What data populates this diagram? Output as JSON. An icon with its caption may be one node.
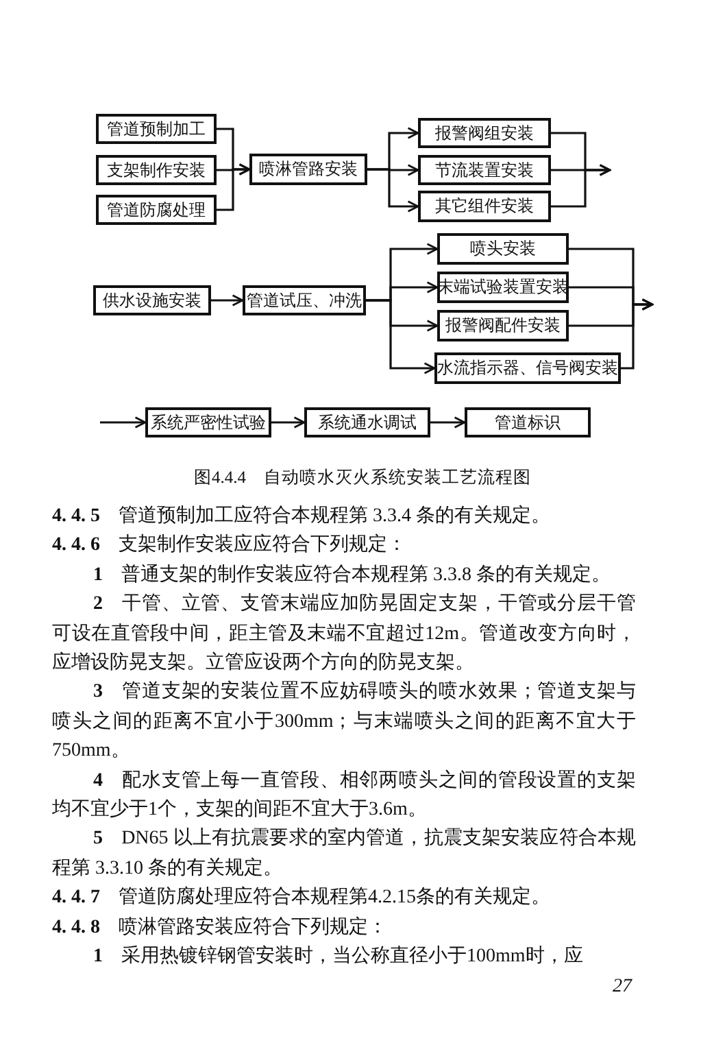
{
  "diagram": {
    "caption": "图4.4.4 自动喷水灭火系统安装工艺流程图",
    "nodes": [
      {
        "text": [
          "管道预制加工"
        ]
      },
      {
        "text": [
          "支架制作安装"
        ]
      },
      {
        "text": [
          "管道防腐处理"
        ]
      },
      {
        "text": [
          "喷淋管路安装"
        ]
      },
      {
        "text": [
          "报警阀组安装"
        ]
      },
      {
        "text": [
          "节流装置安装"
        ]
      },
      {
        "text": [
          "其它组件安装"
        ]
      },
      {
        "text": [
          "喷头安装"
        ]
      },
      {
        "text": [
          "末端试验装置安装"
        ]
      },
      {
        "text": [
          "报警阀配件安装"
        ]
      },
      {
        "text": [
          "水流指示器、信号阀安装"
        ]
      },
      {
        "text": [
          "供水设施安装"
        ]
      },
      {
        "text": [
          "管道试压、冲洗"
        ]
      },
      {
        "text": [
          "系统严密性试验"
        ]
      },
      {
        "text": [
          "系统通水调试"
        ]
      },
      {
        "text": [
          "管道标识"
        ]
      }
    ],
    "edges": [
      {
        "from": 0,
        "to": 3,
        "arrow": "to"
      },
      {
        "from": 1,
        "to": 3,
        "arrow": "to"
      },
      {
        "from": 2,
        "to": 3,
        "arrow": "to"
      },
      {
        "from": 3,
        "to": 4,
        "arrow": "to"
      },
      {
        "from": 3,
        "to": 5,
        "arrow": "to"
      },
      {
        "from": 3,
        "to": 6,
        "arrow": "to"
      },
      {
        "from": 4,
        "to": null,
        "arrow": "to"
      },
      {
        "from": 5,
        "to": null,
        "arrow": "to"
      },
      {
        "from": 6,
        "to": null,
        "arrow": "to"
      },
      {
        "from": 11,
        "to": 12,
        "arrow": "to"
      },
      {
        "from": 12,
        "to": 7,
        "arrow": "to"
      },
      {
        "from": 12,
        "to": 8,
        "arrow": "to"
      },
      {
        "from": 12,
        "to": 9,
        "arrow": "to"
      },
      {
        "from": 12,
        "to": 10,
        "arrow": "to"
      },
      {
        "from": 7,
        "to": null,
        "arrow": "to"
      },
      {
        "from": 8,
        "to": null,
        "arrow": "to"
      },
      {
        "from": 9,
        "to": null,
        "arrow": "to"
      },
      {
        "from": 10,
        "to": null,
        "arrow": "to"
      },
      {
        "from": null,
        "to": 13,
        "arrow": "to"
      },
      {
        "from": 13,
        "to": 14,
        "arrow": "to"
      },
      {
        "from": 14,
        "to": 15,
        "arrow": "to"
      }
    ],
    "labels": [
      "**4. 4. 5** 管道预制加工应符合本规程第 3.3.4 条的有关规定。",
      "**4. 4. 6** 支架制作安装应应符合下列规定：",
      "**1** 普通支架的制作安装应符合本规程第 3.3.8 条的有关规定。",
      "**2** 干管、立管、支管末端应加防晃固定支架，干管或分层干管可设在直管段中间，距主管及末端不宜超过12m。管道改变方向时，应增设防晃支架。立管应设两个方向的防晃支架。",
      "**3** 管道支架的安装位置不应妨碍喷头的喷水效果；管道支架与喷头之间的距离不宜小于300mm；与末端喷头之间的距离不宜大于750mm。",
      "**4** 配水支管上每一直管段、相邻两喷头之间的管段设置的支架均不宜少于1个，支架的间距不宜大于3.6m。",
      "**5** DN65 以上有抗震要求的室内管道，抗震支架安装应符合本规程第 3.3.10 条的有关规定。",
      "**4. 4. 7** 管道防腐处理应符合本规程第4.2.15条的有关规定。",
      "**4. 4. 8** 喷淋管路安装应符合下列规定：",
      "**1** 采用热镀锌钢管安装时，当公称直径小于100mm时，应",
      "27"
    ]
  }
}
